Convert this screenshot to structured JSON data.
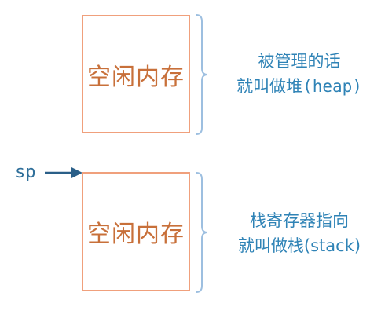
{
  "heap_section": {
    "box_label": "空闲内存",
    "note_line1": "被管理的话",
    "note_line2_prefix": "就叫做堆",
    "note_line2_term": "(heap)"
  },
  "stack_section": {
    "box_label": "空闲内存",
    "note_line1": "栈寄存器指向",
    "note_line2_prefix": "就叫做栈",
    "note_line2_term": "(stack)"
  },
  "pointer": {
    "label": "sp"
  },
  "colors": {
    "box_border": "#f0a07c",
    "box_text": "#c8703a",
    "note_text": "#2f83b6",
    "brace": "#9dbfe0",
    "arrow": "#2a5f88"
  }
}
